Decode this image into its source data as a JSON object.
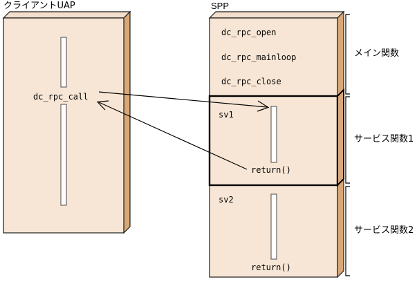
{
  "diagram": {
    "title_client": "クライアントUAP",
    "title_spp": "SPP",
    "colors": {
      "box_face": "#F7E6D5",
      "box_side": "#D9A878",
      "box_top": "#F3DFCB",
      "outline": "#1a1a1a",
      "bar_fill": "#FFFFFF",
      "line": "#000000"
    }
  },
  "client": {
    "label": "クライアントUAP",
    "call_label": "dc_rpc_call",
    "bars": [
      {
        "name": "upper-lifeline"
      },
      {
        "name": "lower-lifeline"
      }
    ]
  },
  "spp": {
    "label": "SPP",
    "main": {
      "calls": [
        "dc_rpc_open",
        "dc_rpc_mainloop",
        "dc_rpc_close"
      ]
    },
    "services": [
      {
        "name_label": "sv1",
        "return_label": "return()",
        "highlighted": true
      },
      {
        "name_label": "sv2",
        "return_label": "return()",
        "highlighted": false
      }
    ]
  },
  "brackets": [
    {
      "label": "メイン関数"
    },
    {
      "label": "サービス関数1"
    },
    {
      "label": "サービス関数2"
    }
  ],
  "arrows": [
    {
      "name": "call-arrow",
      "from": "dc_rpc_call",
      "to": "sv1"
    },
    {
      "name": "return-arrow",
      "from": "return()",
      "to": "dc_rpc_call"
    }
  ]
}
